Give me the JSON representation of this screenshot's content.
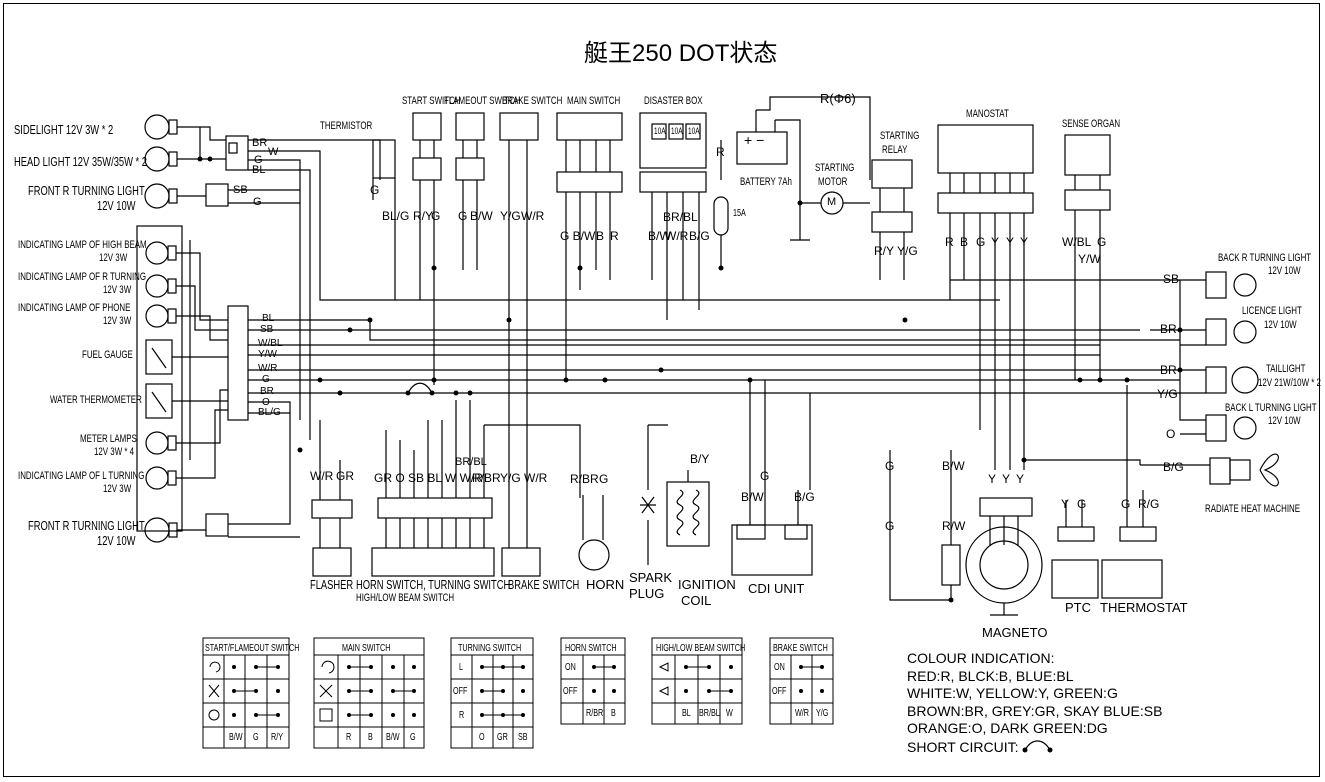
{
  "title": "艇王250 DOT状态",
  "left_components": {
    "sidelight": "SIDELIGHT 12V 3W * 2",
    "headlight": "HEAD LIGHT 12V 35W/35W * 2",
    "front_r_turning_1": "FRONT R TURNING LIGHT",
    "front_r_turning_1b": "12V 10W",
    "ind_high_beam": "INDICATING LAMP OF HIGH BEAM",
    "ind_high_beam_b": "12V 3W",
    "ind_r_turning": "INDICATING LAMP OF R TURNING",
    "ind_r_turning_b": "12V 3W",
    "ind_phone": "INDICATING LAMP OF PHONE",
    "ind_phone_b": "12V 3W",
    "fuel_gauge": "FUEL GAUGE",
    "water_thermo": "WATER THERMOMETER",
    "meter_lamps": "METER LAMPS",
    "meter_lamps_b": "12V 3W * 4",
    "ind_l_turning": "INDICATING LAMP OF L TURNING",
    "ind_l_turning_b": "12V 3W",
    "front_r_turning_2": "FRONT R TURNING LIGHT",
    "front_r_turning_2b": "12V 10W"
  },
  "top_components": {
    "thermistor": "THERMISTOR",
    "start_switch": "START SWITCH",
    "flameout_switch": "FLAMEOUT SWITCH",
    "brake_switch": "BRAKE SWITCH",
    "main_switch": "MAIN SWITCH",
    "disaster_box": "DISASTER BOX",
    "fuse_10a": "10A",
    "battery": "BATTERY 7Ah",
    "r_phi6": "R(Φ6)",
    "starting_motor_1": "STARTING",
    "starting_motor_2": "MOTOR",
    "starting_relay_1": "STARTING",
    "starting_relay_2": "RELAY",
    "manostat": "MANOSTAT",
    "sense_organ": "SENSE ORGAN",
    "fuse_15a": "15A",
    "motor_m": "M"
  },
  "right_components": {
    "back_r_turning": "BACK R TURNING LIGHT",
    "back_r_turning_b": "12V 10W",
    "licence_light": "LICENCE LIGHT",
    "licence_light_b": "12V 10W",
    "taillight": "TAILLIGHT",
    "taillight_b": "12V 21W/10W * 2",
    "back_l_turning": "BACK L TURNING LIGHT",
    "back_l_turning_b": "12V 10W",
    "radiate": "RADIATE HEAT MACHINE"
  },
  "bottom_components": {
    "flasher": "FLASHER",
    "horn_switch": "HORN SWITCH, TURNING SWITCH",
    "hl_beam_switch": "HIGH/LOW BEAM SWITCH",
    "brake_switch": "BRAKE SWITCH",
    "horn": "HORN",
    "spark_1": "SPARK",
    "spark_2": "PLUG",
    "ignition_1": "IGNITION",
    "ignition_2": "COIL",
    "cdi": "CDI UNIT",
    "magneto": "MAGNETO",
    "ptc": "PTC",
    "thermostat": "THERMOSTAT"
  },
  "wire_labels": {
    "BR": "BR",
    "W": "W",
    "G": "G",
    "BL": "BL",
    "SB": "SB",
    "WBL": "W/BL",
    "YW": "Y/W",
    "WR": "W/R",
    "O": "O",
    "BLG": "BL/G",
    "RY": "R/Y",
    "BW": "B/W",
    "YG": "Y/G",
    "R": "R",
    "B": "B",
    "BRBL": "BR/BL",
    "BG": "B/G",
    "Y": "Y",
    "GR": "GR",
    "RBR": "R/BR",
    "BY": "B/Y",
    "RW": "R/W",
    "RG": "R/G",
    "GBW": "G B/W",
    "YW2": "Y/G  W/R",
    "GRO": "GR  O  SB  BL  W  W/R",
    "RBR2": "R/BR"
  },
  "tables": [
    {
      "title": "START/FLAMEOUT SWITCH",
      "cols": [
        "B/W",
        "G",
        "R/Y"
      ]
    },
    {
      "title": "MAIN SWITCH",
      "cols": [
        "R",
        "B",
        "B/W",
        "G"
      ]
    },
    {
      "title": "TURNING SWITCH",
      "rows": [
        "L",
        "OFF",
        "R"
      ],
      "cols": [
        "O",
        "GR",
        "SB"
      ]
    },
    {
      "title": "HORN SWITCH",
      "rows": [
        "ON",
        "OFF"
      ],
      "cols": [
        "R/BR",
        "B"
      ]
    },
    {
      "title": "HIGH/LOW BEAM SWITCH",
      "cols": [
        "BL",
        "BR/BL",
        "W"
      ]
    },
    {
      "title": "BRAKE SWITCH",
      "rows": [
        "ON",
        "OFF"
      ],
      "cols": [
        "W/R",
        "Y/G"
      ]
    }
  ],
  "legend": {
    "heading": "COLOUR INDICATION:",
    "line1": "RED:R, BLCK:B, BLUE:BL",
    "line2": "WHITE:W, YELLOW:Y, GREEN:G",
    "line3": "BROWN:BR, GREY:GR, SKAY BLUE:SB",
    "line4": "ORANGE:O, DARK GREEN:DG",
    "line5": "SHORT CIRCUIT:"
  }
}
